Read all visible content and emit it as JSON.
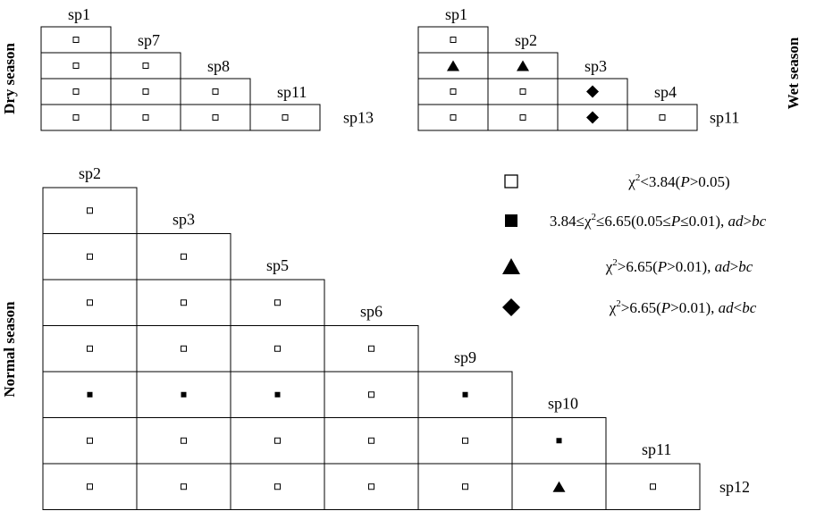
{
  "panels": [
    {
      "id": "dry",
      "season_label": "Dry season",
      "species": [
        "sp1",
        "sp7",
        "sp8",
        "sp11",
        "sp13"
      ],
      "rows": [
        [
          "open"
        ],
        [
          "open",
          "open"
        ],
        [
          "open",
          "open",
          "open"
        ],
        [
          "open",
          "open",
          "open",
          "open"
        ]
      ]
    },
    {
      "id": "wet",
      "season_label": "Wet season",
      "species": [
        "sp1",
        "sp2",
        "sp3",
        "sp4",
        "sp11"
      ],
      "rows": [
        [
          "open"
        ],
        [
          "triangle",
          "triangle"
        ],
        [
          "open",
          "open",
          "diamond"
        ],
        [
          "open",
          "open",
          "diamond",
          "open"
        ]
      ]
    },
    {
      "id": "normal",
      "season_label": "Normal season",
      "species": [
        "sp2",
        "sp3",
        "sp5",
        "sp6",
        "sp9",
        "sp10",
        "sp11",
        "sp12"
      ],
      "rows": [
        [
          "open"
        ],
        [
          "open",
          "open"
        ],
        [
          "open",
          "open",
          "open"
        ],
        [
          "open",
          "open",
          "open",
          "open"
        ],
        [
          "filled",
          "filled",
          "filled",
          "open",
          "filled"
        ],
        [
          "open",
          "open",
          "open",
          "open",
          "open",
          "filled"
        ],
        [
          "open",
          "open",
          "open",
          "open",
          "open",
          "triangle",
          "open"
        ]
      ]
    }
  ],
  "legend": [
    {
      "symbol": "open",
      "parts": [
        {
          "t": "χ"
        },
        {
          "t": "2",
          "sup": true
        },
        {
          "t": "<3.84("
        },
        {
          "t": "P",
          "i": true
        },
        {
          "t": ">0.05)"
        }
      ]
    },
    {
      "symbol": "filled",
      "parts": [
        {
          "t": "3.84≤χ"
        },
        {
          "t": "2",
          "sup": true
        },
        {
          "t": "≤6.65(0.05≤"
        },
        {
          "t": "P",
          "i": true
        },
        {
          "t": "≤0.01), "
        },
        {
          "t": "ad",
          "i": true
        },
        {
          "t": ">"
        },
        {
          "t": "bc",
          "i": true
        }
      ]
    },
    {
      "symbol": "triangle",
      "parts": [
        {
          "t": "χ"
        },
        {
          "t": "2",
          "sup": true
        },
        {
          "t": ">6.65("
        },
        {
          "t": "P",
          "i": true
        },
        {
          "t": ">0.01), "
        },
        {
          "t": "ad",
          "i": true
        },
        {
          "t": ">"
        },
        {
          "t": "bc",
          "i": true
        }
      ]
    },
    {
      "symbol": "diamond",
      "parts": [
        {
          "t": "χ"
        },
        {
          "t": "2",
          "sup": true
        },
        {
          "t": ">6.65("
        },
        {
          "t": "P",
          "i": true
        },
        {
          "t": ">0.01), "
        },
        {
          "t": "ad",
          "i": true
        },
        {
          "t": "<"
        },
        {
          "t": "bc",
          "i": true
        }
      ]
    }
  ]
}
